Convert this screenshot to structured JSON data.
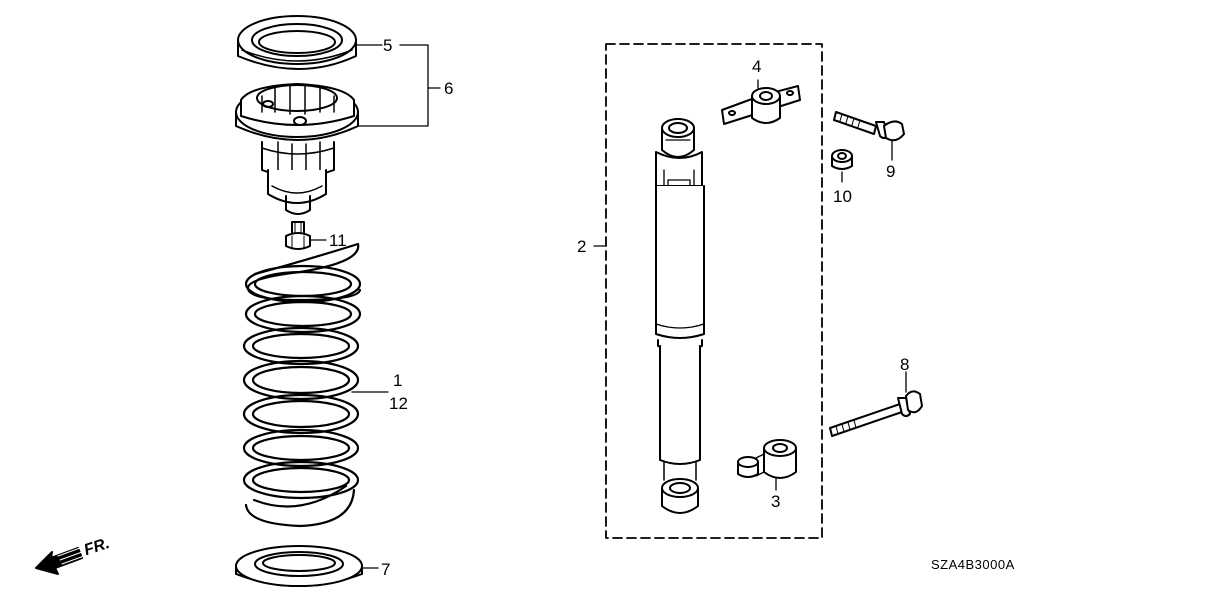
{
  "callouts": {
    "p1": "1",
    "p2": "2",
    "p3": "3",
    "p4": "4",
    "p5": "5",
    "p6": "6",
    "p7": "7",
    "p8": "8",
    "p9": "9",
    "p10": "10",
    "p11": "11",
    "p12": "12"
  },
  "front_indicator": "FR.",
  "diagram_code": "SZA4B3000A",
  "line_color": "#000000",
  "background": "#ffffff"
}
